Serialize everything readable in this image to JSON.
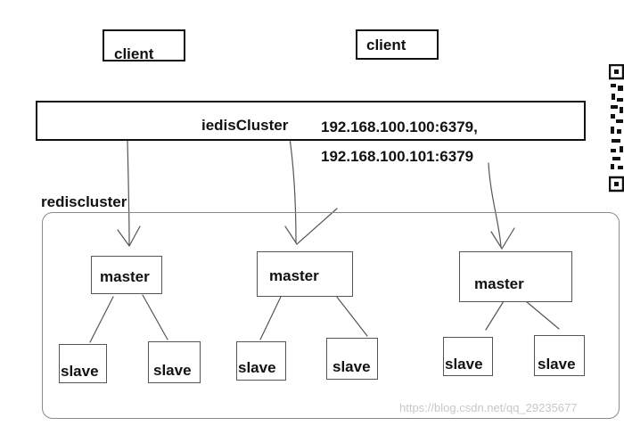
{
  "clients": [
    "client",
    "client"
  ],
  "gateway": {
    "name": "iedisCluster",
    "address_line1": "192.168.100.100:6379,",
    "address_line2": "192.168.100.101:6379"
  },
  "cluster": {
    "label": "rediscluster",
    "groups": [
      {
        "master": "master",
        "slaves": [
          "slave",
          "slave"
        ]
      },
      {
        "master": "master",
        "slaves": [
          "slave",
          "slave"
        ]
      },
      {
        "master": "master",
        "slaves": [
          "slave",
          "slave"
        ]
      }
    ]
  },
  "watermark": "https://blog.csdn.net/qq_29235677"
}
